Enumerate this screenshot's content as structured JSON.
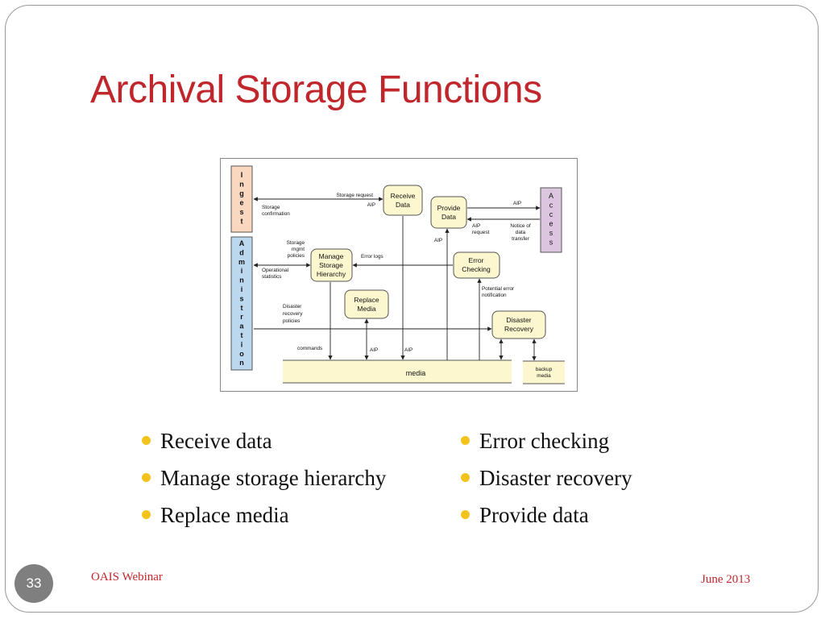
{
  "slide": {
    "title": "Archival Storage Functions",
    "page_number": "33",
    "footer_left": "OAIS Webinar",
    "footer_right": "June 2013"
  },
  "diagram": {
    "ingest_label": [
      "I",
      "n",
      "g",
      "e",
      "s",
      "t"
    ],
    "admin_label": [
      "A",
      "d",
      "m",
      "i",
      "n",
      "i",
      "s",
      "t",
      "r",
      "a",
      "t",
      "i",
      "o",
      "n"
    ],
    "access_label": [
      "A",
      "c",
      "c",
      "e",
      "s",
      "s"
    ],
    "receive_data": [
      "Receive",
      "Data"
    ],
    "provide_data": [
      "Provide",
      "Data"
    ],
    "manage_storage": [
      "Manage",
      "Storage",
      "Hierarchy"
    ],
    "replace_media": [
      "Replace",
      "Media"
    ],
    "error_checking": [
      "Error",
      "Checking"
    ],
    "disaster_recovery": [
      "Disaster",
      "Recovery"
    ],
    "media": "media",
    "backup_media": [
      "backup",
      "media"
    ],
    "labels": {
      "storage_request": "Storage request",
      "aip_receive": "AIP",
      "storage_confirmation": [
        "Storage",
        "confirmation"
      ],
      "aip_access": "AIP",
      "aip_request": [
        "AIP",
        "request"
      ],
      "notice": [
        "Notice  of",
        "data",
        "transfer"
      ],
      "aip_provide": "AIP",
      "storage_mgmt": [
        "Storage",
        "mgmt",
        "policies"
      ],
      "operational_statistics": [
        "Operational",
        "statistics"
      ],
      "error_logs": "Error logs",
      "potential_error": [
        "Potential error",
        "notification"
      ],
      "disaster_policies": [
        "Disaster",
        "recovery",
        "policies"
      ],
      "commands": "commands",
      "aip_media1": "AIP",
      "aip_media2": "AIP"
    }
  },
  "bullets": {
    "left": [
      "Receive data",
      "Manage storage hierarchy",
      "Replace media"
    ],
    "right": [
      "Error checking",
      "Disaster recovery",
      "Provide data"
    ]
  },
  "colors": {
    "title": "#c0272d",
    "ingest": "#f9d8bf",
    "admin": "#bcd8ee",
    "access": "#dcc6df",
    "box": "#fdf7cf",
    "bullet": "#f3c31c"
  }
}
